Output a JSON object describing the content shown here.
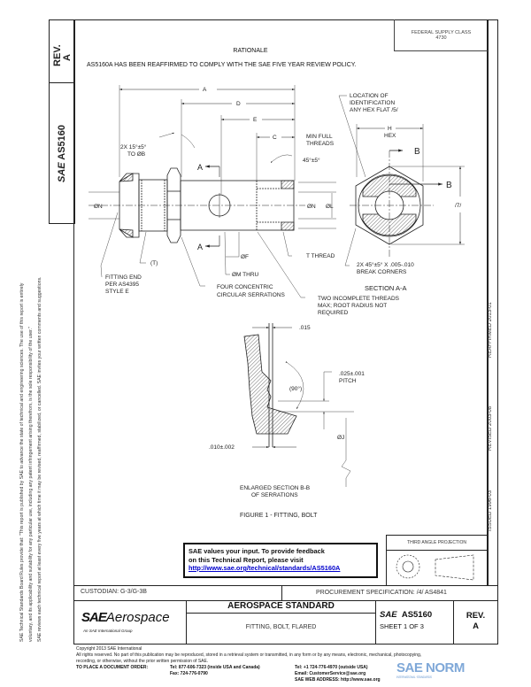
{
  "side_block": {
    "rev_label": "REV.",
    "rev_value": "A",
    "sae_logo": "SAE",
    "doc_number": "AS5160"
  },
  "left_margin": {
    "line1": "SAE Technical Standards Board Rules provide that: \"This report is published by SAE to advance the state of technical and engineering sciences. The use of this report is entirely",
    "line2": "voluntary, and its applicability and suitability for any particular use, including any patent infringement arising therefrom, is the sole responsibility of the user.\"",
    "line3": "SAE reviews each technical report at least every five years at which time it may be revised, reaffirmed, stabilized, or cancelled. SAE invites your written comments and suggestions."
  },
  "header": {
    "fsc_label": "FEDERAL SUPPLY CLASS",
    "fsc_value": "4730",
    "rationale_title": "RATIONALE",
    "rationale_text": "AS5160A HAS BEEN REAFFIRMED TO COMPLY WITH THE SAE FIVE YEAR REVIEW POLICY."
  },
  "right_strip": {
    "issued": "ISSUED 1996-03",
    "revised": "REVISED 2003-08",
    "reaffirmed": "REAFFIRMED 2013-01"
  },
  "drawing": {
    "dim_a": "A",
    "dim_d": "D",
    "dim_e": "E",
    "dim_c": "C",
    "min_full_threads": [
      "MIN FULL",
      "THREADS"
    ],
    "chamfer_45": "45°±5°",
    "angle_15": [
      "2X 15°±5°",
      "TO ØB"
    ],
    "dia_n_left": "ØN",
    "dia_n_right": "ØN",
    "dia_l": "ØL",
    "section_arrow": "A",
    "t_paren": "(T)",
    "dia_f": "ØF",
    "dia_m_thru": "ØM THRU",
    "t_thread": "T THREAD",
    "fitting_end": [
      "FITTING END",
      "PER AS4395",
      "STYLE E"
    ],
    "serrations": [
      "FOUR CONCENTRIC",
      "CIRCULAR SERRATIONS"
    ],
    "incomplete_threads": [
      "TWO INCOMPLETE THREADS",
      "MAX; ROOT RADIUS NOT",
      "REQUIRED"
    ],
    "location_id": [
      "LOCATION OF",
      "IDENTIFICATION",
      "ANY HEX FLAT /5/"
    ],
    "hex_h": "H",
    "hex_label": "HEX",
    "section_b": "B",
    "dim_7": "/7/",
    "break_corners": [
      "2X 45°±5° X .005-.010",
      "BREAK CORNERS"
    ],
    "section_aa": "SECTION A-A",
    "dim_015": ".015",
    "angle_90": "(90°)",
    "pitch": [
      ".025±.001",
      "PITCH"
    ],
    "dia_j": "ØJ",
    "dim_010": ".010±.002",
    "section_bb": [
      "ENLARGED SECTION B-B",
      "OF SERRATIONS"
    ],
    "figure_caption": "FIGURE 1 - FITTING, BOLT"
  },
  "feedback": {
    "line1": "SAE values your input. To provide feedback",
    "line2": "on this Technical Report, please visit",
    "link": "http://www.sae.org/technical/standards/AS5160A"
  },
  "projection": {
    "label": "THIRD ANGLE PROJECTION"
  },
  "custodian": "CUSTODIAN: G-3/G-3B",
  "procurement": "PROCUREMENT SPECIFICATION: /4/ AS4841",
  "title_block": {
    "logo_sae": "SAE",
    "logo_aerospace": "Aerospace",
    "logo_sub": "An SAE International Group",
    "standard_type": "AEROSPACE STANDARD",
    "title": "FITTING, BOLT, FLARED",
    "doc_logo": "SAE",
    "doc_number": "AS5160",
    "sheet": "SHEET 1 OF 3",
    "rev_label": "REV.",
    "rev_value": "A"
  },
  "footer": {
    "copyright": "Copyright 2013 SAE International",
    "rights": "All rights reserved. No part of this publication may be reproduced, stored in a retrieval system or transmitted, in any form or by any means, electronic, mechanical, photocopying,",
    "rights2": "recording, or otherwise, without the prior written permission of SAE.",
    "order_label": "TO PLACE A DOCUMENT ORDER:",
    "tel_us": "Tel: 877-606-7323 (inside USA and Canada)",
    "fax": "Fax: 724-776-0790",
    "tel_intl": "Tel: +1 724-776-4970 (outside USA)",
    "email": "Email: CustomerService@sae.org",
    "web": "SAE WEB ADDRESS: http://www.sae.org"
  },
  "watermark": {
    "text": "SAE NORM",
    "sub": "INTERNATIONAL · STANDARDS",
    "color": "#7fa8d8"
  }
}
